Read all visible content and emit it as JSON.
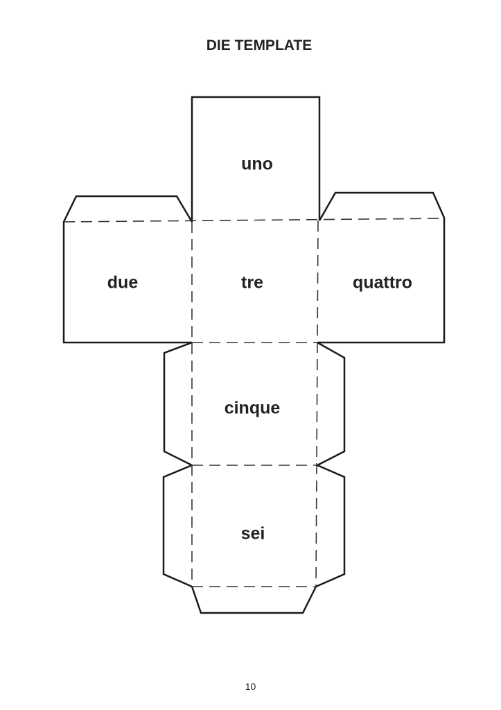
{
  "title": "DIE TEMPLATE",
  "faces": [
    "uno",
    "due",
    "tre",
    "quattro",
    "cinque",
    "sei"
  ],
  "page_number": "10"
}
